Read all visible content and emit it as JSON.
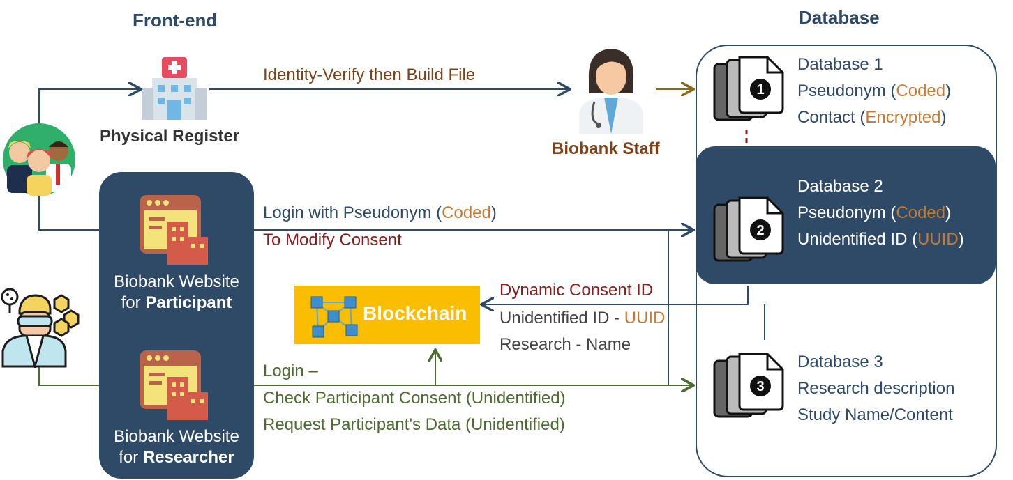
{
  "headers": {
    "frontend": "Front-end",
    "database": "Database"
  },
  "nodes": {
    "physical_register": "Physical Register",
    "biobank_staff": "Biobank Staff",
    "web_participant": {
      "line1": "Biobank Website",
      "line2_prefix": "for ",
      "line2_bold": "Participant"
    },
    "web_researcher": {
      "line1": "Biobank Website",
      "line2_prefix": "for ",
      "line2_bold": "Researcher"
    },
    "blockchain": "Blockchain"
  },
  "edges": {
    "identity_verify": "Identity-Verify then Build File",
    "login_pseudonym": {
      "text": "Login with Pseudonym (",
      "coded": "Coded",
      "close": ")"
    },
    "modify_consent": "To Modify Consent",
    "dynamic_consent": "Dynamic Consent ID",
    "unidentified_uuid": {
      "text": "Unidentified ID - ",
      "uuid": "UUID"
    },
    "research_name": "Research - Name",
    "login_dash": "Login –",
    "check_consent": "Check Participant Consent (Unidentified)",
    "request_data": "Request Participant's Data (Unidentified)"
  },
  "databases": [
    {
      "title": "Database 1",
      "number": "1",
      "row1": {
        "text": "Pseudonym (",
        "tag": "Coded",
        "close": ")"
      },
      "row2": {
        "text": "Contact (",
        "tag": "Encrypted",
        "close": ")"
      }
    },
    {
      "title": "Database 2",
      "number": "2",
      "row1": {
        "text": "Pseudonym (",
        "tag": "Coded",
        "close": ")"
      },
      "row2": {
        "text": "Unidentified ID (",
        "tag": "UUID",
        "close": ")"
      }
    },
    {
      "title": "Database 3",
      "number": "3",
      "row1": {
        "text": "Research description"
      },
      "row2": {
        "text": "Study Name/Content"
      }
    }
  ],
  "colors": {
    "navy": "#2e4a66",
    "brown": "#7a4319",
    "red": "#8b1a1a",
    "olive": "#4e6b32",
    "orange": "#c47a35",
    "blockchain_bg": "#fbbd00"
  }
}
